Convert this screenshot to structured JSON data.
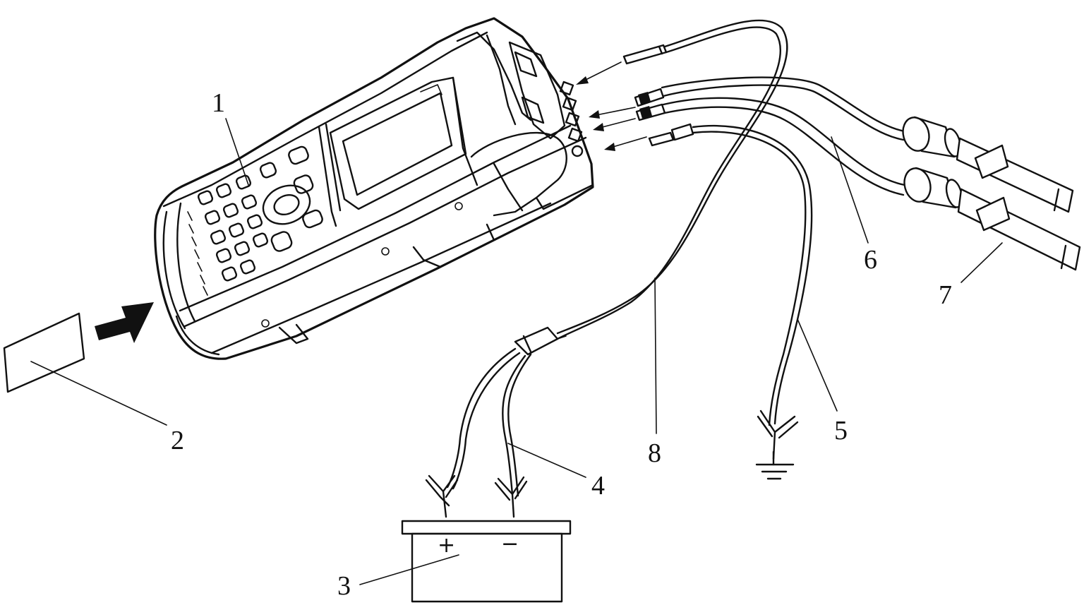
{
  "colors": {
    "ink": "#111111",
    "paper": "#ffffff"
  },
  "callouts": [
    {
      "id": "scan-tool",
      "label": "1"
    },
    {
      "id": "memory-card",
      "label": "2"
    },
    {
      "id": "battery",
      "label": "3"
    },
    {
      "id": "battery-clip-cable",
      "label": "4"
    },
    {
      "id": "ground-cable",
      "label": "5"
    },
    {
      "id": "probe-leads",
      "label": "6"
    },
    {
      "id": "test-probes",
      "label": "7"
    },
    {
      "id": "power-cable",
      "label": "8"
    }
  ],
  "battery_terminals": {
    "positive": "+",
    "negative": "−"
  },
  "icons": [
    "insert-arrow-icon",
    "ground-symbol-icon",
    "connection-arrow-icon"
  ]
}
